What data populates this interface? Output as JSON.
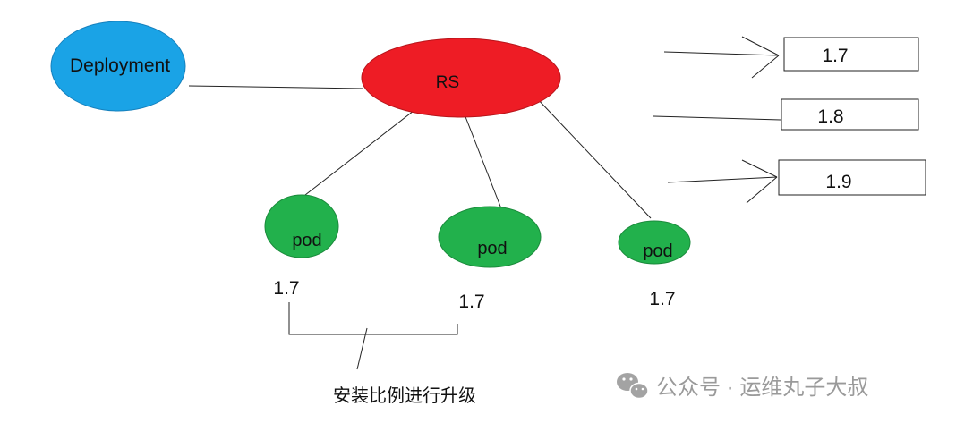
{
  "nodes": {
    "deployment": {
      "label": "Deployment",
      "fill": "#1aa3e6"
    },
    "rs": {
      "label": "RS",
      "fill": "#ee1c25"
    },
    "pods": [
      {
        "label": "pod",
        "version": "1.7",
        "fill": "#22b14c"
      },
      {
        "label": "pod",
        "version": "1.7",
        "fill": "#22b14c"
      },
      {
        "label": "pod",
        "version": "1.7",
        "fill": "#22b14c"
      }
    ]
  },
  "versions": [
    {
      "label": "1.7"
    },
    {
      "label": "1.8"
    },
    {
      "label": "1.9"
    }
  ],
  "bracket_caption": "安装比例进行升级",
  "watermark": {
    "icon": "wechat-icon",
    "text": "公众号 · 运维丸子大叔"
  },
  "colors": {
    "line": "#222222",
    "watermark": "#9a9a9a"
  }
}
